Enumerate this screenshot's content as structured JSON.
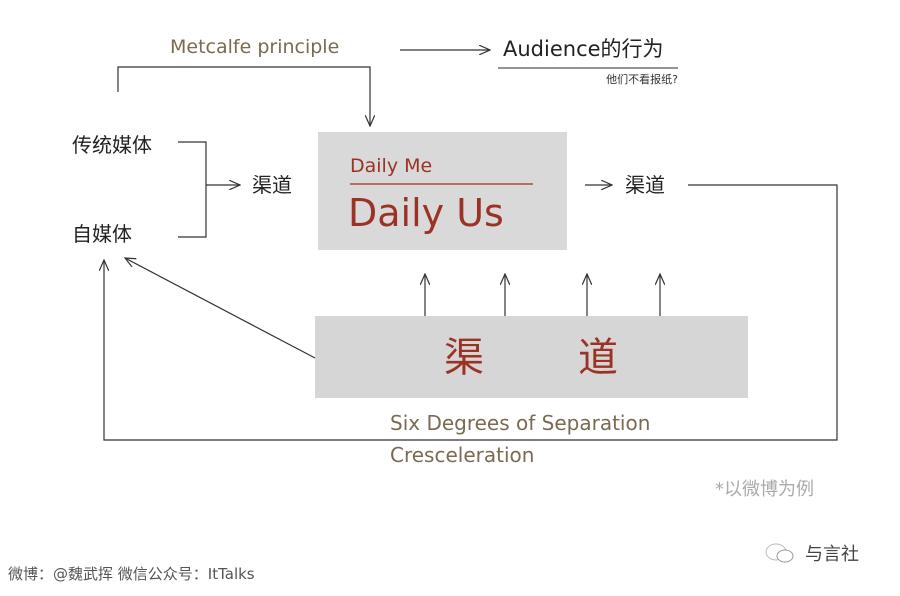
{
  "metcalfe": "Metcalfe principle",
  "audience": {
    "title": "Audience的行为",
    "subtitle": "他们不看报纸?"
  },
  "sources": {
    "traditional": "传统媒体",
    "self_media": "自媒体"
  },
  "channel_left": "渠道",
  "channel_right": "渠道",
  "daily": {
    "me": "Daily Me",
    "us": "Daily Us"
  },
  "channel_box": {
    "char1": "渠",
    "char2": "道"
  },
  "six_degrees": "Six Degrees of Separation",
  "cresceleration": "Cresceleration",
  "note": "*以微博为例",
  "footer": {
    "credit": "微博：@魏武挥   微信公众号：ItTalks",
    "brand": "与言社"
  },
  "colors": {
    "olive": "#7a6b50",
    "red": "#9b3325",
    "box": "#d9d9d9"
  }
}
